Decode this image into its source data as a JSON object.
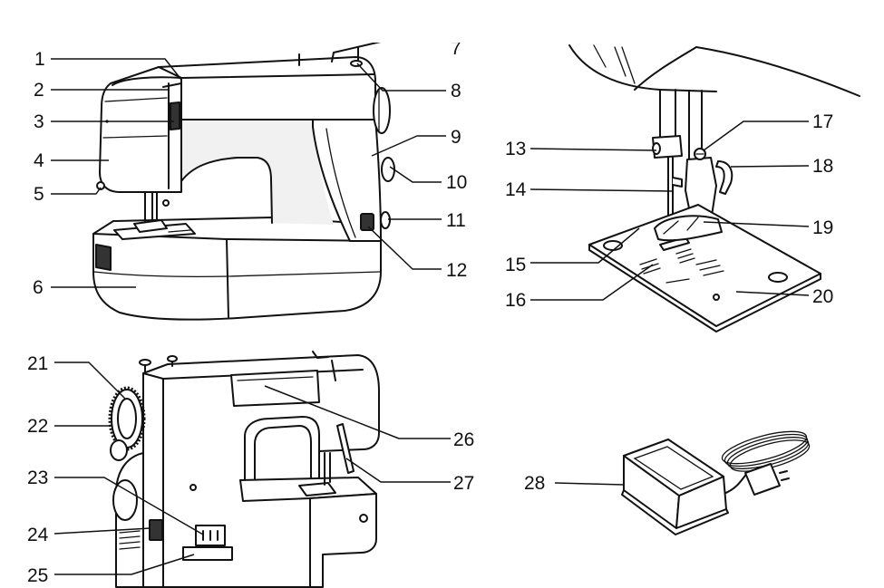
{
  "labels": [
    "1",
    "2",
    "3",
    "4",
    "5",
    "6",
    "7",
    "8",
    "9",
    "10",
    "11",
    "12",
    "13",
    "14",
    "15",
    "16",
    "17",
    "18",
    "19",
    "20",
    "21",
    "22",
    "23",
    "24",
    "25",
    "26",
    "27",
    "28"
  ],
  "colors": {
    "ink": "#111111",
    "background": "#ffffff"
  }
}
